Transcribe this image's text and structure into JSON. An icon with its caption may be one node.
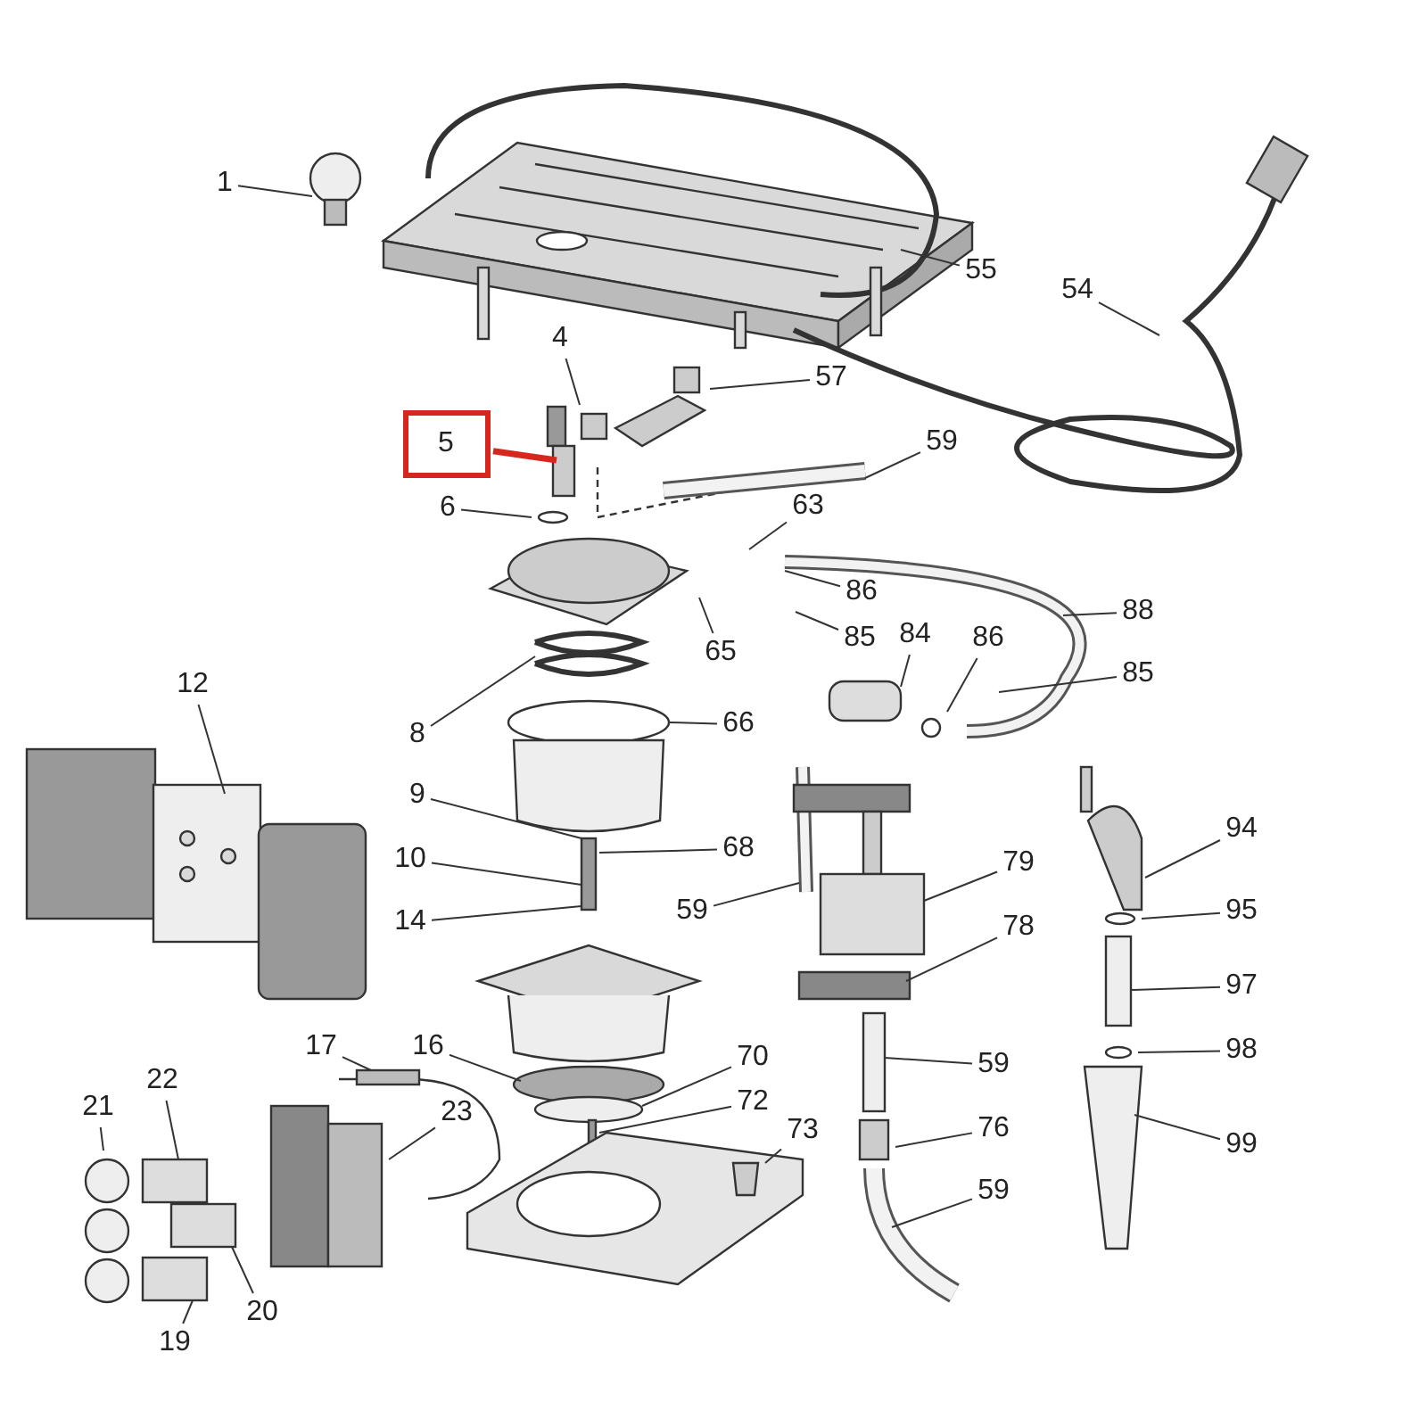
{
  "diagram": {
    "nodes": [
      {
        "text": [
          "1"
        ]
      },
      {
        "text": [
          "55"
        ]
      },
      {
        "text": [
          "54"
        ]
      },
      {
        "text": [
          "4"
        ]
      },
      {
        "text": [
          "57"
        ]
      },
      {
        "text": [
          "5"
        ]
      },
      {
        "text": [
          "59"
        ]
      },
      {
        "text": [
          "6"
        ]
      },
      {
        "text": [
          "63"
        ]
      },
      {
        "text": [
          "86"
        ]
      },
      {
        "text": [
          "65"
        ]
      },
      {
        "text": [
          "85"
        ]
      },
      {
        "text": [
          "84"
        ]
      },
      {
        "text": [
          "86"
        ]
      },
      {
        "text": [
          "88"
        ]
      },
      {
        "text": [
          "85"
        ]
      },
      {
        "text": [
          "12"
        ]
      },
      {
        "text": [
          "8"
        ]
      },
      {
        "text": [
          "66"
        ]
      },
      {
        "text": [
          "9"
        ]
      },
      {
        "text": [
          "68"
        ]
      },
      {
        "text": [
          "10"
        ]
      },
      {
        "text": [
          "14"
        ]
      },
      {
        "text": [
          "59"
        ]
      },
      {
        "text": [
          "79"
        ]
      },
      {
        "text": [
          "78"
        ]
      },
      {
        "text": [
          "94"
        ]
      },
      {
        "text": [
          "95"
        ]
      },
      {
        "text": [
          "97"
        ]
      },
      {
        "text": [
          "98"
        ]
      },
      {
        "text": [
          "99"
        ]
      },
      {
        "text": [
          "17"
        ]
      },
      {
        "text": [
          "16"
        ]
      },
      {
        "text": [
          "70"
        ]
      },
      {
        "text": [
          "72"
        ]
      },
      {
        "text": [
          "73"
        ]
      },
      {
        "text": [
          "59"
        ]
      },
      {
        "text": [
          "76"
        ]
      },
      {
        "text": [
          "59"
        ]
      },
      {
        "text": [
          "22"
        ]
      },
      {
        "text": [
          "21"
        ]
      },
      {
        "text": [
          "23"
        ]
      },
      {
        "text": [
          "19"
        ]
      },
      {
        "text": [
          "20"
        ]
      }
    ],
    "edges": [
      {
        "from": 0,
        "to": null,
        "arrow": "none"
      },
      {
        "from": 1,
        "to": null,
        "arrow": "none"
      },
      {
        "from": 2,
        "to": null,
        "arrow": "none"
      },
      {
        "from": 3,
        "to": null,
        "arrow": "none"
      },
      {
        "from": 4,
        "to": null,
        "arrow": "none"
      },
      {
        "from": 5,
        "to": null,
        "arrow": "none",
        "style": "thick",
        "color": "#d7261e"
      },
      {
        "from": 6,
        "to": null,
        "arrow": "none"
      },
      {
        "from": 7,
        "to": null,
        "arrow": "none"
      },
      {
        "from": 8,
        "to": null,
        "arrow": "none"
      },
      {
        "from": 9,
        "to": null,
        "arrow": "none"
      },
      {
        "from": 10,
        "to": null,
        "arrow": "none"
      },
      {
        "from": 11,
        "to": null,
        "arrow": "none"
      },
      {
        "from": 12,
        "to": null,
        "arrow": "none"
      },
      {
        "from": 13,
        "to": null,
        "arrow": "none"
      },
      {
        "from": 14,
        "to": null,
        "arrow": "none"
      },
      {
        "from": 15,
        "to": null,
        "arrow": "none"
      },
      {
        "from": 16,
        "to": null,
        "arrow": "none"
      },
      {
        "from": 17,
        "to": null,
        "arrow": "none"
      },
      {
        "from": 18,
        "to": null,
        "arrow": "none"
      },
      {
        "from": 19,
        "to": null,
        "arrow": "none"
      },
      {
        "from": 20,
        "to": null,
        "arrow": "none"
      },
      {
        "from": 21,
        "to": null,
        "arrow": "none"
      },
      {
        "from": 22,
        "to": null,
        "arrow": "none"
      },
      {
        "from": 23,
        "to": null,
        "arrow": "none"
      },
      {
        "from": 24,
        "to": null,
        "arrow": "none"
      },
      {
        "from": 25,
        "to": null,
        "arrow": "none"
      },
      {
        "from": 26,
        "to": null,
        "arrow": "none"
      },
      {
        "from": 27,
        "to": null,
        "arrow": "none"
      },
      {
        "from": 28,
        "to": null,
        "arrow": "none"
      },
      {
        "from": 29,
        "to": null,
        "arrow": "none"
      },
      {
        "from": 30,
        "to": null,
        "arrow": "none"
      },
      {
        "from": 31,
        "to": null,
        "arrow": "none"
      },
      {
        "from": 32,
        "to": null,
        "arrow": "none"
      },
      {
        "from": 33,
        "to": null,
        "arrow": "none"
      },
      {
        "from": 34,
        "to": null,
        "arrow": "none"
      },
      {
        "from": 35,
        "to": null,
        "arrow": "none"
      },
      {
        "from": 36,
        "to": null,
        "arrow": "none"
      },
      {
        "from": 37,
        "to": null,
        "arrow": "none"
      },
      {
        "from": 38,
        "to": null,
        "arrow": "none"
      },
      {
        "from": 39,
        "to": null,
        "arrow": "none"
      },
      {
        "from": 40,
        "to": null,
        "arrow": "none"
      },
      {
        "from": 41,
        "to": null,
        "arrow": "none"
      },
      {
        "from": 42,
        "to": null,
        "arrow": "none"
      },
      {
        "from": 43,
        "to": null,
        "arrow": "none"
      }
    ]
  }
}
